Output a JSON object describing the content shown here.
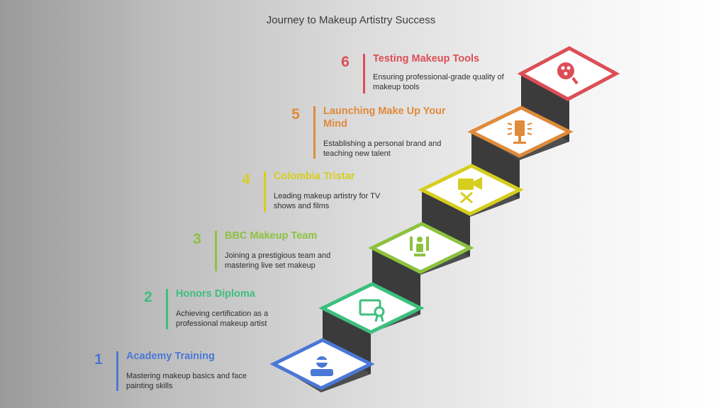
{
  "title": "Journey to Makeup Artistry Success",
  "colors": {
    "step1": "#4a78d6",
    "step2": "#3dbf7e",
    "step3": "#8cc23f",
    "step4": "#d6ce1e",
    "step5": "#e08a3a",
    "step6": "#dc4e57"
  },
  "steps": [
    {
      "number": "1",
      "heading": "Academy Training",
      "description": "Mastering makeup basics and face painting skills",
      "icon": "makeup-artist-icon"
    },
    {
      "number": "2",
      "heading": "Honors Diploma",
      "description": "Achieving certification as a professional makeup artist",
      "icon": "diploma-certificate-icon"
    },
    {
      "number": "3",
      "heading": "BBC Makeup Team",
      "description": "Joining a prestigious team and mastering live set makeup",
      "icon": "team-group-icon"
    },
    {
      "number": "4",
      "heading": "Colombia Tristar",
      "description": "Leading makeup artistry for TV shows and films",
      "icon": "film-camera-icon"
    },
    {
      "number": "5",
      "heading": "Launching Make Up Your Mind",
      "description": "Establishing a personal brand and teaching new talent",
      "icon": "podium-brand-icon"
    },
    {
      "number": "6",
      "heading": "Testing Makeup Tools",
      "description": "Ensuring professional-grade quality of makeup tools",
      "icon": "makeup-tools-icon"
    }
  ]
}
